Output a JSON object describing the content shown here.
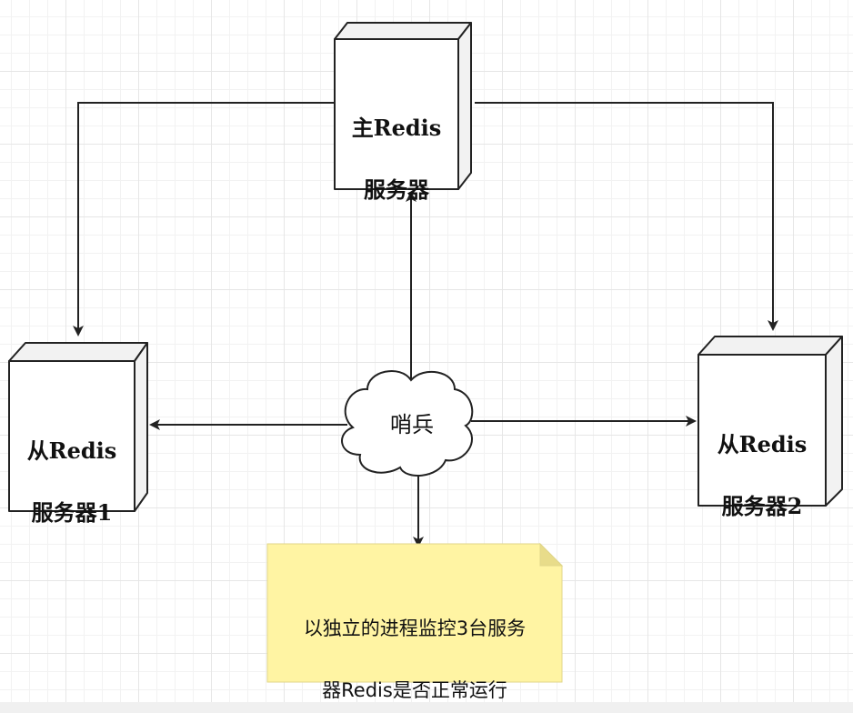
{
  "diagram": {
    "master": {
      "line1": "主Redis",
      "line2": "服务器"
    },
    "slave1": {
      "line1": "从Redis",
      "line2": "服务器1"
    },
    "slave2": {
      "line1": "从Redis",
      "line2": "服务器2"
    },
    "sentinel": {
      "label": "哨兵"
    },
    "note": {
      "line1": "以独立的进程监控3台服务",
      "line2": "器Redis是否正常运行"
    }
  },
  "colors": {
    "stroke": "#222222",
    "box_fill": "#ffffff",
    "box_side": "#f2f2f2",
    "note_fill": "#fff4a3",
    "note_fold": "#e8dc8a"
  }
}
